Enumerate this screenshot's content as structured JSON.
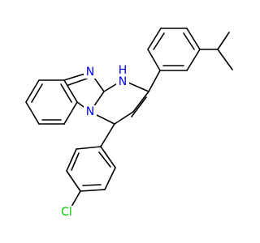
{
  "molecule": {
    "atoms": {
      "n_bridge_label": "N",
      "n_top_label": "N",
      "nh_label": "H",
      "nh_n_label": "N",
      "cl_label": "Cl"
    },
    "colors": {
      "nitrogen": "#0000ff",
      "chlorine": "#00cc00",
      "bond": "#000000",
      "background": "#ffffff"
    }
  }
}
